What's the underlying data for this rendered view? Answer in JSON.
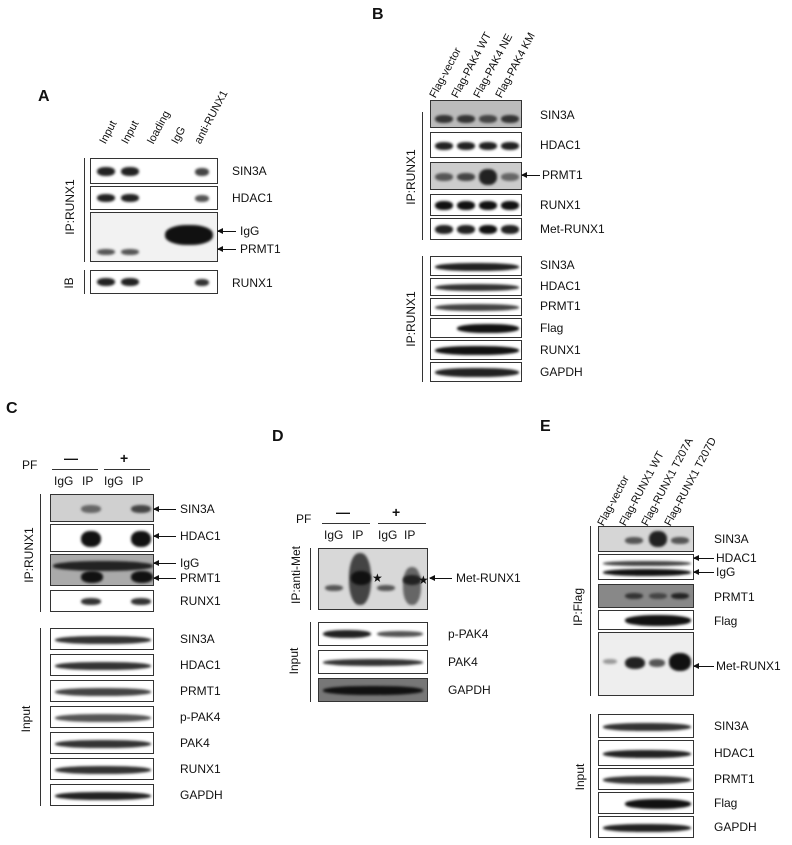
{
  "panels": {
    "A": {
      "label": "A",
      "lanes": [
        "Input",
        "Input",
        "loading",
        "IgG",
        "anti-RUNX1"
      ],
      "group_ip": "IP:RUNX1",
      "group_ib": "IB",
      "rows": [
        "SIN3A",
        "HDAC1",
        "IgG",
        "PRMT1",
        "RUNX1"
      ]
    },
    "B": {
      "label": "B",
      "lanes": [
        "Flag-vector",
        "Flag-PAK4 WT",
        "Flag-PAK4 NE",
        "Flag-PAK4 KM"
      ],
      "group_top": "IP:RUNX1",
      "group_bottom": "IP:RUNX1",
      "rows_top": [
        "SIN3A",
        "HDAC1",
        "PRMT1",
        "RUNX1",
        "Met-RUNX1"
      ],
      "rows_bottom": [
        "SIN3A",
        "HDAC1",
        "PRMT1",
        "Flag",
        "RUNX1",
        "GAPDH"
      ]
    },
    "C": {
      "label": "C",
      "pf": "PF",
      "minus": "—",
      "plus": "+",
      "lanes": [
        "IgG",
        "IP",
        "IgG",
        "IP"
      ],
      "group_top": "IP:RUNX1",
      "group_bottom": "Input",
      "rows_top": [
        "SIN3A",
        "HDAC1",
        "IgG",
        "PRMT1",
        "RUNX1"
      ],
      "rows_bottom": [
        "SIN3A",
        "HDAC1",
        "PRMT1",
        "p-PAK4",
        "PAK4",
        "RUNX1",
        "GAPDH"
      ]
    },
    "D": {
      "label": "D",
      "pf": "PF",
      "minus": "—",
      "plus": "+",
      "lanes": [
        "IgG",
        "IP",
        "IgG",
        "IP"
      ],
      "group_top": "IP:anti-Met",
      "group_bottom": "Input",
      "rows_top": [
        "Met-RUNX1"
      ],
      "rows_bottom": [
        "p-PAK4",
        "PAK4",
        "GAPDH"
      ],
      "star": "★"
    },
    "E": {
      "label": "E",
      "lanes": [
        "Flag-vector",
        "Flag-RUNX1 WT",
        "Flag-RUNX1 T207A",
        "Flag-RUNX1 T207D"
      ],
      "group_top": "IP:Flag",
      "group_bottom": "Input",
      "rows_top": [
        "SIN3A",
        "HDAC1",
        "IgG",
        "PRMT1",
        "Flag",
        "Met-RUNX1"
      ],
      "rows_bottom": [
        "SIN3A",
        "HDAC1",
        "PRMT1",
        "Flag",
        "GAPDH"
      ]
    }
  },
  "colors": {
    "band": "#1a1a1a",
    "blot_bg": "#e4e4e4",
    "blot_dark": "#3a3a3a"
  }
}
